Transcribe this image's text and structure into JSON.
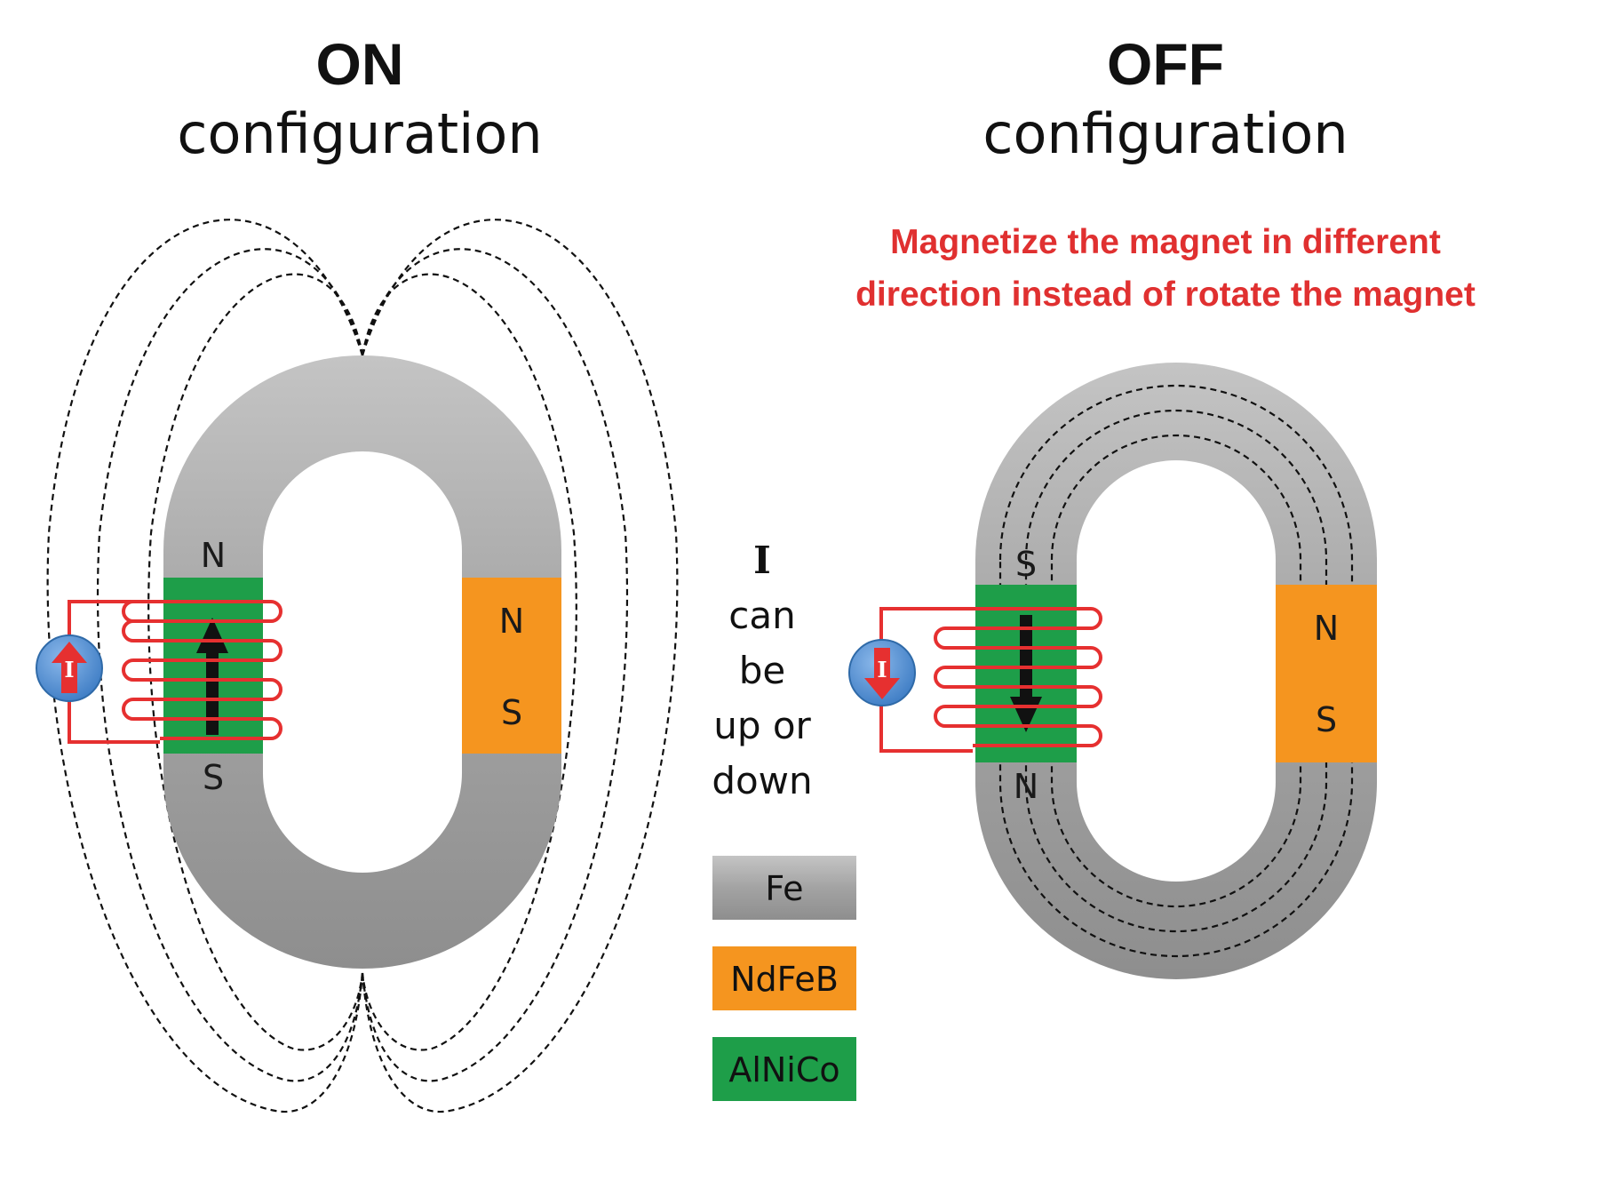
{
  "on": {
    "title_bold": "ON",
    "title_sub": "configuration",
    "alnico_top_pole": "N",
    "alnico_bottom_pole": "S",
    "ndfeb_top_pole": "N",
    "ndfeb_bottom_pole": "S",
    "current_label": "I",
    "current_direction": "up"
  },
  "off": {
    "title_bold": "OFF",
    "title_sub": "configuration",
    "note_line1": "Magnetize the magnet in different",
    "note_line2": "direction instead of rotate the magnet",
    "alnico_top_pole": "S",
    "alnico_bottom_pole": "N",
    "ndfeb_top_pole": "N",
    "ndfeb_bottom_pole": "S",
    "current_label": "I",
    "current_direction": "down"
  },
  "middle_text": {
    "line1": "I",
    "line2": "can",
    "line3": "be",
    "line4": "up or",
    "line5": "down"
  },
  "legend": [
    {
      "label": "Fe",
      "color": "#a8a8a8"
    },
    {
      "label": "NdFeB",
      "color": "#f5951f"
    },
    {
      "label": "AlNiCo",
      "color": "#1e9e49"
    }
  ],
  "colors": {
    "iron": "#a8a8a8",
    "ndfeb": "#f5951f",
    "alnico": "#1e9e49",
    "coil": "#e63030",
    "note": "#e03030",
    "source": "#5b95d6"
  }
}
